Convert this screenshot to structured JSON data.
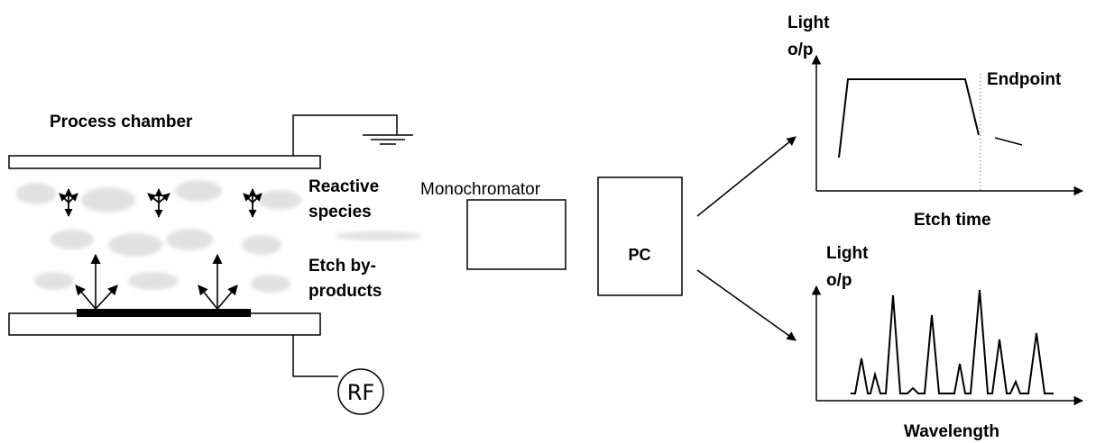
{
  "chamber": {
    "title": "Process chamber",
    "reactive_line1": "Reactive",
    "reactive_line2": "species",
    "byproducts_line1": "Etch by-",
    "byproducts_line2": "products",
    "rf_label": "RF"
  },
  "monochromator_label": "Monochromator",
  "pc_label": "PC",
  "endpoint_plot": {
    "ylabel_line1": "Light",
    "ylabel_line2": "o/p",
    "xlabel": "Etch time",
    "annotation": "Endpoint"
  },
  "spectrum_plot": {
    "ylabel_line1": "Light",
    "ylabel_line2": "o/p",
    "xlabel": "Wavelength"
  },
  "icons": [
    "ground-icon",
    "plasma-particle-icon",
    "emission-arrow-icon"
  ]
}
